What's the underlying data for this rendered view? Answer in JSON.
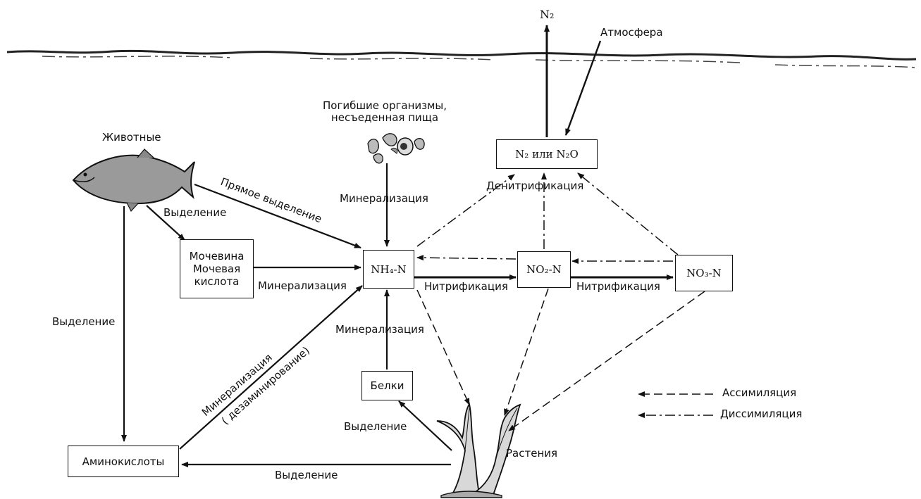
{
  "atmosphere": {
    "n2_label": "N₂",
    "label": "Атмосфера"
  },
  "nodes": {
    "n2_n2o": "N₂   или N₂O",
    "nh4": "NH₄-N",
    "no2": "NO₂-N",
    "no3": "NO₃-N",
    "urea": [
      "Мочевина",
      "Мочевая",
      "кислота"
    ],
    "proteins": "Белки",
    "amino": "Аминокислоты"
  },
  "organisms": {
    "animals": "Животные",
    "plants": "Растения",
    "dead": [
      "Погибшие организмы,",
      "несъеденная пища"
    ]
  },
  "processes": {
    "direct_excretion": "Прямое выделение",
    "excretion_urea": "Выделение",
    "excretion_amino": "Выделение",
    "excretion_plants_amino": "Выделение",
    "excretion_plants_proteins": "Выделение",
    "mineral_dead": "Минерализация",
    "mineral_urea": "Минерализация",
    "mineral_proteins": "Минерализация",
    "mineral_amino": "Минерализация",
    "deamination": "( дезаминирование)",
    "nitrification_1": "Нитрификация",
    "nitrification_2": "Нитрификация",
    "denitrification": "Денитрификация"
  },
  "legend": {
    "assimilation": "Ассимиляция",
    "dissimilation": "Диссимиляция"
  }
}
